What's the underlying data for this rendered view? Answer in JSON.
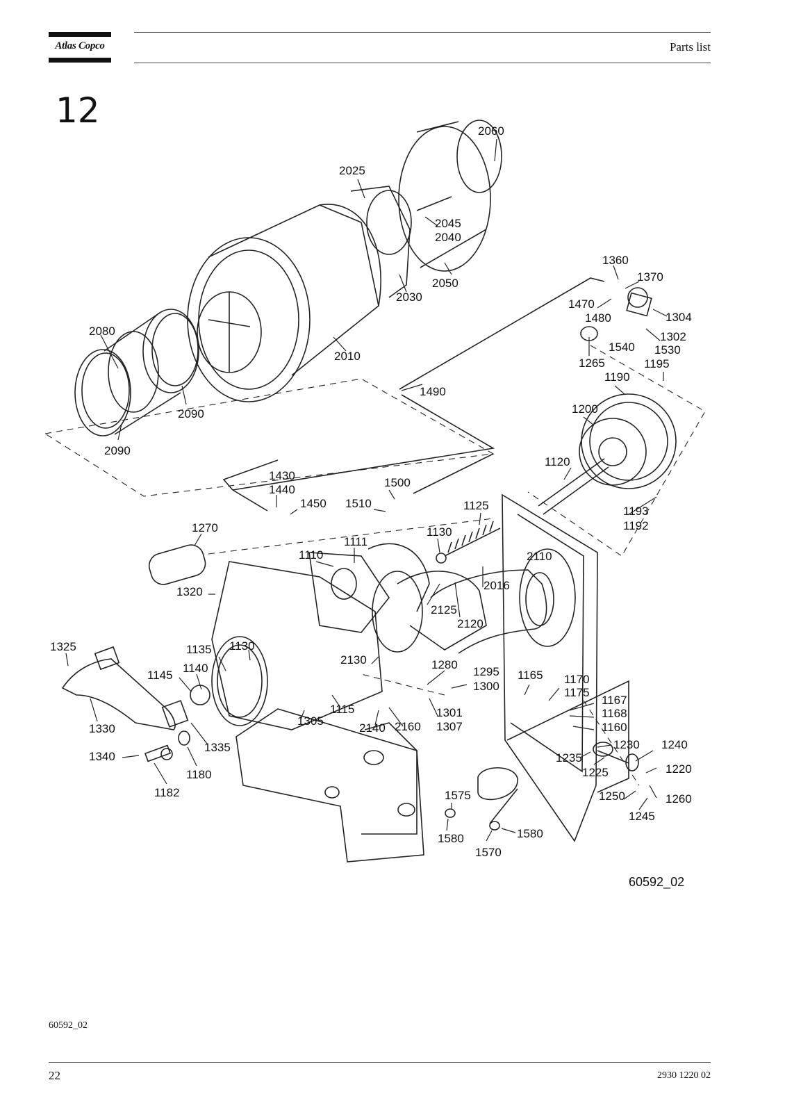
{
  "header": {
    "logo_text": "Atlas Copco",
    "title": "Parts list"
  },
  "section_number": "12",
  "figure_id": "60592_02",
  "callouts": [
    "2060",
    "2025",
    "2045",
    "2040",
    "2050",
    "2030",
    "2010",
    "2080",
    "2090",
    "2090",
    "1360",
    "1370",
    "1470",
    "1304",
    "1480",
    "1302",
    "1540",
    "1530",
    "1265",
    "1195",
    "1190",
    "1490",
    "1200",
    "1120",
    "1430",
    "1440",
    "1450",
    "1500",
    "1510",
    "1125",
    "1193",
    "1192",
    "1270",
    "1130",
    "1111",
    "1110",
    "2110",
    "2016",
    "1320",
    "2125",
    "2120",
    "1325",
    "1135",
    "1130",
    "2130",
    "1280",
    "1295",
    "1300",
    "1165",
    "1170",
    "1175",
    "1145",
    "1140",
    "1167",
    "1168",
    "1160",
    "1115",
    "1301",
    "1307",
    "2140",
    "2160",
    "1305",
    "1330",
    "1335",
    "1230",
    "1240",
    "1340",
    "1235",
    "1225",
    "1220",
    "1180",
    "1182",
    "1250",
    "1260",
    "1575",
    "1245",
    "1580",
    "1580",
    "1570"
  ],
  "caption": "60592_02",
  "footer": {
    "page_number": "22",
    "doc_number": "2930 1220 02"
  }
}
